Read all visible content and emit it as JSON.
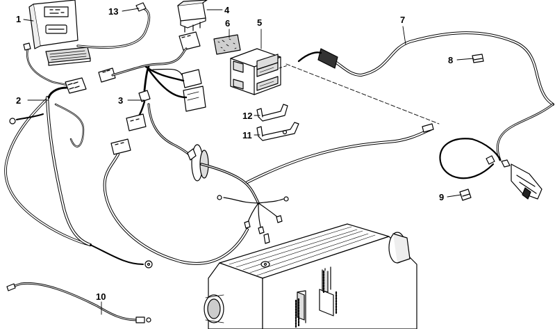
{
  "callouts": {
    "c1": "1",
    "c2": "2",
    "c3": "3",
    "c4": "4",
    "c5": "5",
    "c6": "6",
    "c7": "7",
    "c8": "8",
    "c9": "9",
    "c10": "10",
    "c11": "11",
    "c12": "12",
    "c13": "13"
  },
  "colors": {
    "ink": "#000000",
    "paper": "#ffffff",
    "shade": "#e6e6e6"
  }
}
